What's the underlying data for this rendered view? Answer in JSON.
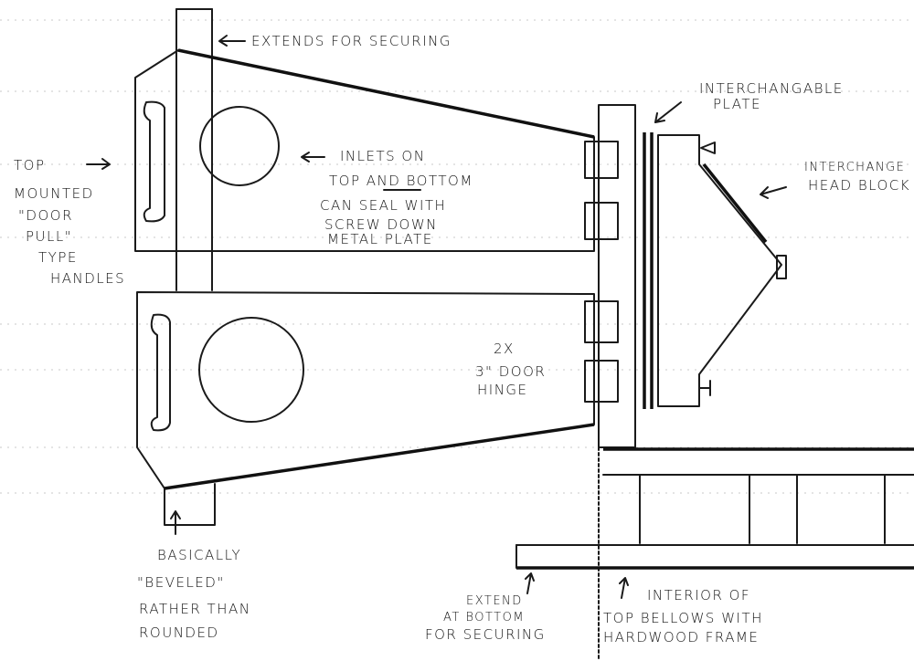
{
  "title": "Bellows camera sketch",
  "labels": {
    "extends_top": "EXTENDS FOR SECURING",
    "plate": [
      "INTERCHANGABLE",
      "PLATE"
    ],
    "head_block": [
      "INTERCHANGE",
      "HEAD BLOCK"
    ],
    "handles": [
      "TOP",
      "MOUNTED",
      "\"DOOR",
      "PULL\"",
      "TYPE",
      "HANDLES"
    ],
    "inlets": [
      "INLETS ON",
      "TOP AND BOTTOM",
      "CAN SEAL WITH",
      "SCREW DOWN",
      "METAL PLATE"
    ],
    "hinge": [
      "2X",
      "3\" DOOR",
      "HINGE"
    ],
    "beveled": [
      "BASICALLY",
      "\"BEVELED\"",
      "RATHER THAN",
      "ROUNDED"
    ],
    "extend_bottom": [
      "EXTEND",
      "AT BOTTOM",
      "FOR SECURING"
    ],
    "interior": [
      "INTERIOR OF",
      "TOP BELLOWS WITH",
      "HARDWOOD FRAME"
    ]
  }
}
